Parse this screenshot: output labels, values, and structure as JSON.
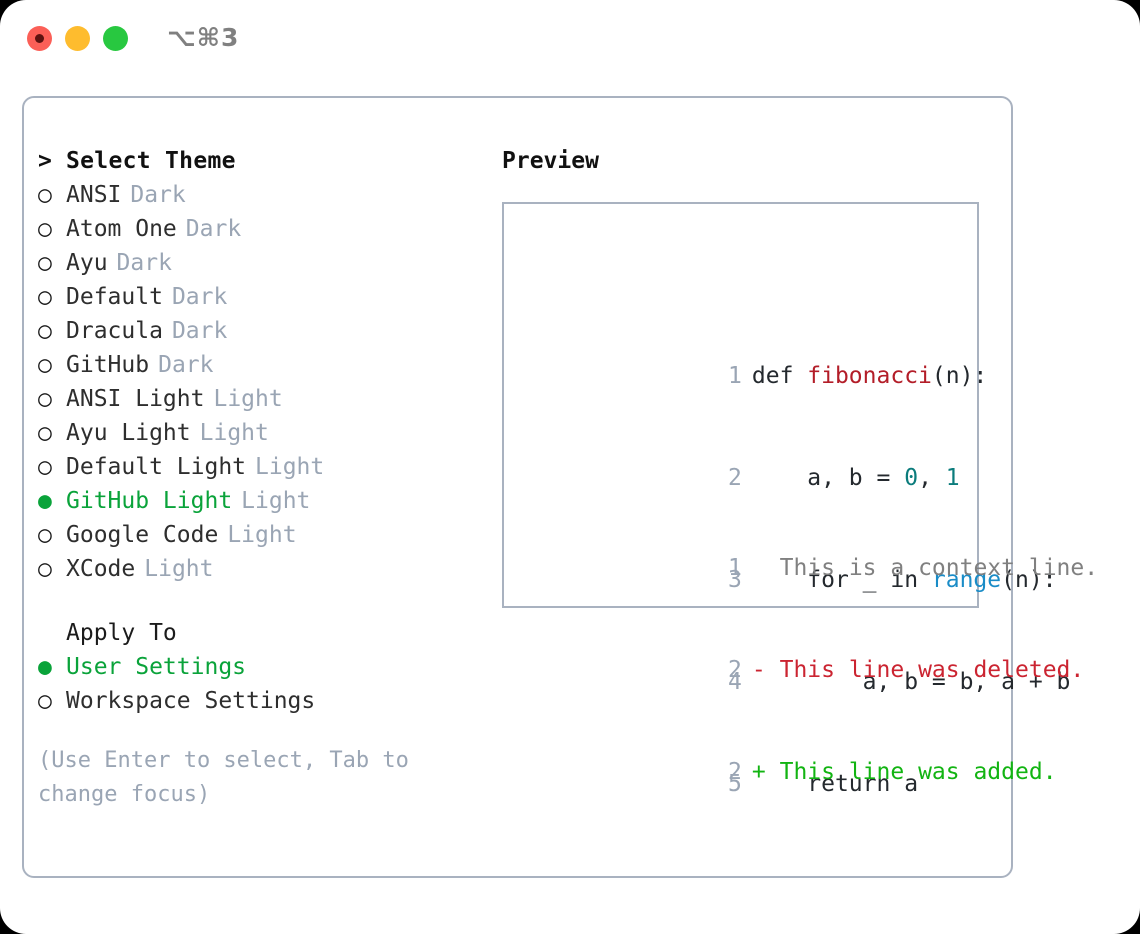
{
  "window": {
    "shortcut_label": "⌥⌘3",
    "traffic_lights": [
      "close",
      "minimize",
      "zoom"
    ]
  },
  "theme_picker": {
    "heading": "Select Theme",
    "heading_marker": ">",
    "items": [
      {
        "marker": "○",
        "name": "ANSI",
        "tag": "Dark",
        "selected": false
      },
      {
        "marker": "○",
        "name": "Atom One",
        "tag": "Dark",
        "selected": false
      },
      {
        "marker": "○",
        "name": "Ayu",
        "tag": "Dark",
        "selected": false
      },
      {
        "marker": "○",
        "name": "Default",
        "tag": "Dark",
        "selected": false
      },
      {
        "marker": "○",
        "name": "Dracula",
        "tag": "Dark",
        "selected": false
      },
      {
        "marker": "○",
        "name": "GitHub",
        "tag": "Dark",
        "selected": false
      },
      {
        "marker": "○",
        "name": "ANSI Light",
        "tag": "Light",
        "selected": false
      },
      {
        "marker": "○",
        "name": "Ayu Light",
        "tag": "Light",
        "selected": false
      },
      {
        "marker": "○",
        "name": "Default Light",
        "tag": "Light",
        "selected": false
      },
      {
        "marker": "●",
        "name": "GitHub Light",
        "tag": "Light",
        "selected": true
      },
      {
        "marker": "○",
        "name": "Google Code",
        "tag": "Light",
        "selected": false
      },
      {
        "marker": "○",
        "name": "XCode",
        "tag": "Light",
        "selected": false
      }
    ]
  },
  "apply_to": {
    "heading": "Apply To",
    "options": [
      {
        "marker": "●",
        "label": "User Settings",
        "selected": true
      },
      {
        "marker": "○",
        "label": "Workspace Settings",
        "selected": false
      }
    ]
  },
  "hint": "(Use Enter to select, Tab to change focus)",
  "preview": {
    "title": "Preview",
    "code_lines": [
      {
        "num": "1",
        "tokens": [
          {
            "text": "def ",
            "kind": "plain"
          },
          {
            "text": "fibonacci",
            "kind": "fn"
          },
          {
            "text": "(n):",
            "kind": "plain"
          }
        ]
      },
      {
        "num": "2",
        "tokens": [
          {
            "text": "    a, b = ",
            "kind": "plain"
          },
          {
            "text": "0",
            "kind": "num"
          },
          {
            "text": ", ",
            "kind": "plain"
          },
          {
            "text": "1",
            "kind": "num"
          }
        ]
      },
      {
        "num": "3",
        "tokens": [
          {
            "text": "    for _ in ",
            "kind": "plain"
          },
          {
            "text": "range",
            "kind": "kwfn"
          },
          {
            "text": "(n):",
            "kind": "plain"
          }
        ]
      },
      {
        "num": "4",
        "tokens": [
          {
            "text": "        a, b = b, a + b",
            "kind": "plain"
          }
        ]
      },
      {
        "num": "5",
        "tokens": [
          {
            "text": "    return a",
            "kind": "plain"
          }
        ]
      }
    ],
    "diff_lines": [
      {
        "num": "1",
        "sign": " ",
        "text": "This is a context line.",
        "kind": "ctx"
      },
      {
        "num": "2",
        "sign": "-",
        "text": "This line was deleted.",
        "kind": "del"
      },
      {
        "num": "2",
        "sign": "+",
        "text": "This line was added.",
        "kind": "add"
      }
    ]
  },
  "colors": {
    "accent_green": "#0aa33a",
    "muted_tag": "#9aa5b4",
    "border": "#a9b2c0",
    "diff_add": "#12b412",
    "diff_del": "#cb2431",
    "syntax_fn": "#b31d28",
    "syntax_num": "#0b7c7c",
    "syntax_builtin": "#1a8cc7"
  }
}
